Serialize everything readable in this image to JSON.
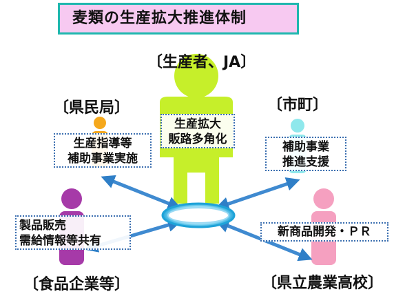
{
  "title": "麦類の生産拡大推進体制",
  "groups": {
    "producers": "〔生産者、JA〕",
    "prefecture_office": "〔県民局〕",
    "municipality": "〔市町〕",
    "food_companies": "〔食品企業等〕",
    "agri_high_school": "〔県立農業高校〕"
  },
  "roles": {
    "producers": [
      "生産拡大",
      "販路多角化"
    ],
    "prefecture_office": [
      "生産指導等",
      "補助事業実施"
    ],
    "municipality": [
      "補助事業",
      "推進支援"
    ],
    "food_companies": [
      "製品販売",
      "需給情報等共有"
    ],
    "agri_high_school": [
      "新商品開発・ＰＲ"
    ]
  },
  "colors": {
    "producers": "#c6ef2a",
    "prefecture_office": "#f5a81c",
    "municipality": "#8fe8ec",
    "food_companies": "#a63aa8",
    "agri_high_school": "#f5a0c0",
    "hub_ring": "#39b8e8",
    "arrow": "#4a8fd0",
    "title_bg": "#f7c9f1",
    "title_border": "#1fb7ae"
  }
}
